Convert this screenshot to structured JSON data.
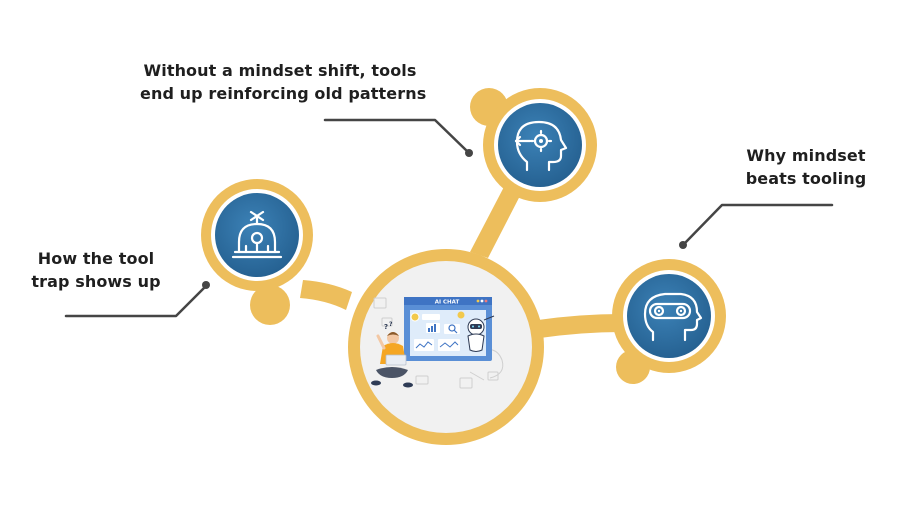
{
  "colors": {
    "accent_gold": "#EDBE5C",
    "node_blue": "#2F6FA3",
    "leader_line": "#454545",
    "center_bg": "#F1F1F1",
    "label_text": "#1F1F1F"
  },
  "nodes": {
    "top": {
      "lines": [
        "Without a mindset shift, tools",
        "end up reinforcing old patterns"
      ],
      "icon": "head-gear-icon"
    },
    "right": {
      "lines": [
        "Why mindset",
        "beats tooling"
      ],
      "icon": "head-cogs-icon"
    },
    "left": {
      "lines": [
        "How the tool",
        "trap shows up"
      ],
      "icon": "tool-arch-icon"
    }
  },
  "center": {
    "illustration": "person-ai-chat-illustration",
    "window_title": "AI CHAT"
  }
}
